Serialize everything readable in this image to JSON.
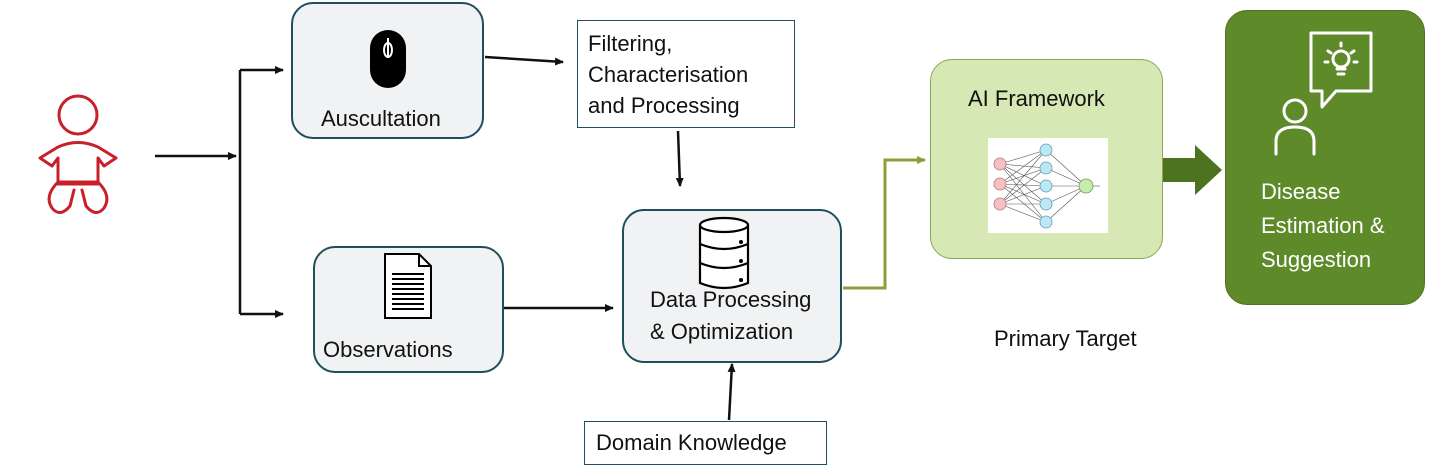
{
  "nodes": {
    "auscultation": "Auscultation",
    "filtering": [
      "Filtering,",
      "Characterisation",
      "and Processing"
    ],
    "observations": "Observations",
    "data_processing": [
      "Data Processing",
      "& Optimization"
    ],
    "domain_knowledge": "Domain Knowledge",
    "ai_framework": "AI Framework",
    "primary_target": "Primary Target",
    "disease": [
      "Disease",
      "Estimation &",
      "Suggestion"
    ]
  },
  "icons": {
    "baby": "baby-icon",
    "stethoscope": "stethoscope-icon",
    "document": "document-icon",
    "database": "database-icon",
    "neural_network": "neural-network-icon",
    "person_idea": "person-lightbulb-icon"
  },
  "colors": {
    "baby": "#c8202a",
    "box_border": "#1f4e5f",
    "box_fill": "#f1f2f3",
    "ai_fill": "#d6e8b4",
    "ai_border": "#8aa84f",
    "disease_fill": "#5e8a2a",
    "arrow": "#111111",
    "green_arrow": "#8aa03a",
    "big_arrow": "#4d7320"
  }
}
